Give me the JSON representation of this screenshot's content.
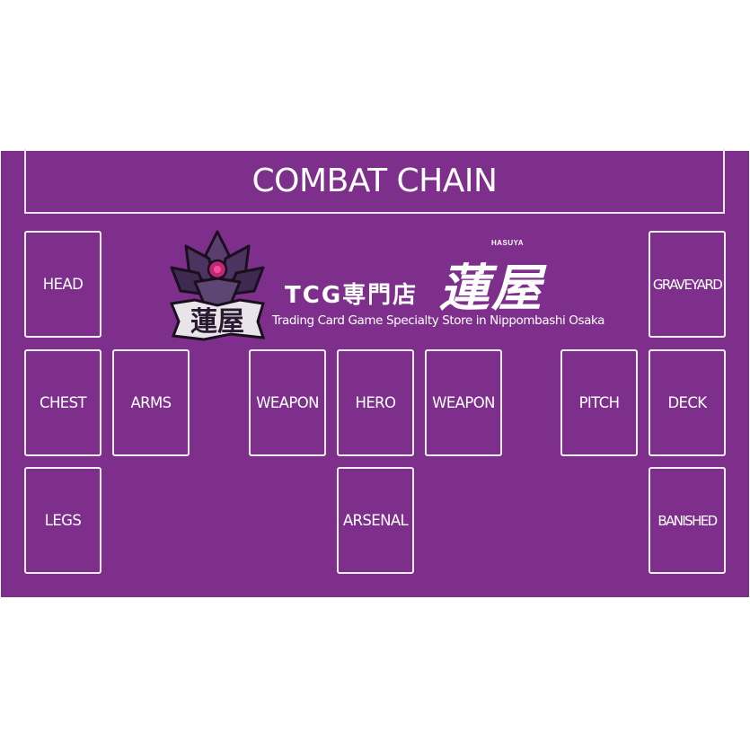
{
  "playmat": {
    "background_color": "#7e2f8c",
    "line_color": "#f2ecf4",
    "combat_chain": {
      "label": "COMBAT CHAIN"
    },
    "brand": {
      "jp_label": "TCG専門店",
      "kanji": "蓮屋",
      "romaji": "HASUYA",
      "tagline": "Trading Card Game Specialty Store in Nippombashi Osaka",
      "logo_icon": "lotus-emblem-icon",
      "logo_kanji": "蓮屋"
    },
    "zones": {
      "head": "HEAD",
      "chest": "CHEST",
      "arms": "ARMS",
      "legs": "LEGS",
      "weapon_left": "WEAPON",
      "hero": "HERO",
      "weapon_right": "WEAPON",
      "arsenal": "ARSENAL",
      "pitch": "PITCH",
      "graveyard": "GRAVEYARD",
      "deck": "DECK",
      "banished": "BANISHED"
    }
  }
}
